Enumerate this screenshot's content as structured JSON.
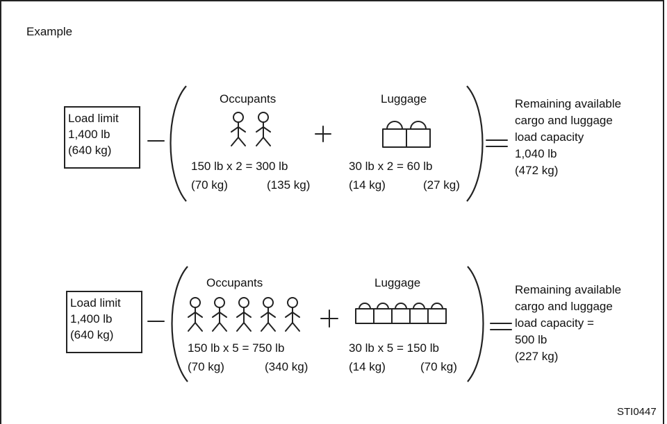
{
  "example_label": "Example",
  "examples": [
    {
      "load_limit": [
        "Load limit",
        "1,400 lb",
        "(640 kg)"
      ],
      "occupants_heading": "Occupants",
      "luggage_heading": "Luggage",
      "occupants_count": 2,
      "luggage_count": 2,
      "occupants_calc": "150 lb x 2 = 300 lb",
      "occupants_kg_each": "(70 kg)",
      "occupants_kg_total": "(135 kg)",
      "luggage_calc": "30 lb  x 2 = 60 lb",
      "luggage_kg_each": "(14 kg)",
      "luggage_kg_total": "(27 kg)",
      "remaining": [
        "Remaining available",
        "cargo and luggage",
        "load capacity",
        "1,040 lb",
        "(472 kg)"
      ]
    },
    {
      "load_limit": [
        "Load limit",
        "1,400 lb",
        "(640 kg)"
      ],
      "occupants_heading": "Occupants",
      "luggage_heading": "Luggage",
      "occupants_count": 5,
      "luggage_count": 5,
      "occupants_calc": "150 lb x 5 = 750 lb",
      "occupants_kg_each": "(70 kg)",
      "occupants_kg_total": "(340 kg)",
      "luggage_calc": "30 lb x 5 = 150 lb",
      "luggage_kg_each": "(14 kg)",
      "luggage_kg_total": "(70 kg)",
      "remaining": [
        "Remaining available",
        "cargo and luggage",
        "load capacity =",
        "500 lb",
        "(227 kg)"
      ]
    }
  ],
  "figure_code": "STI0447"
}
